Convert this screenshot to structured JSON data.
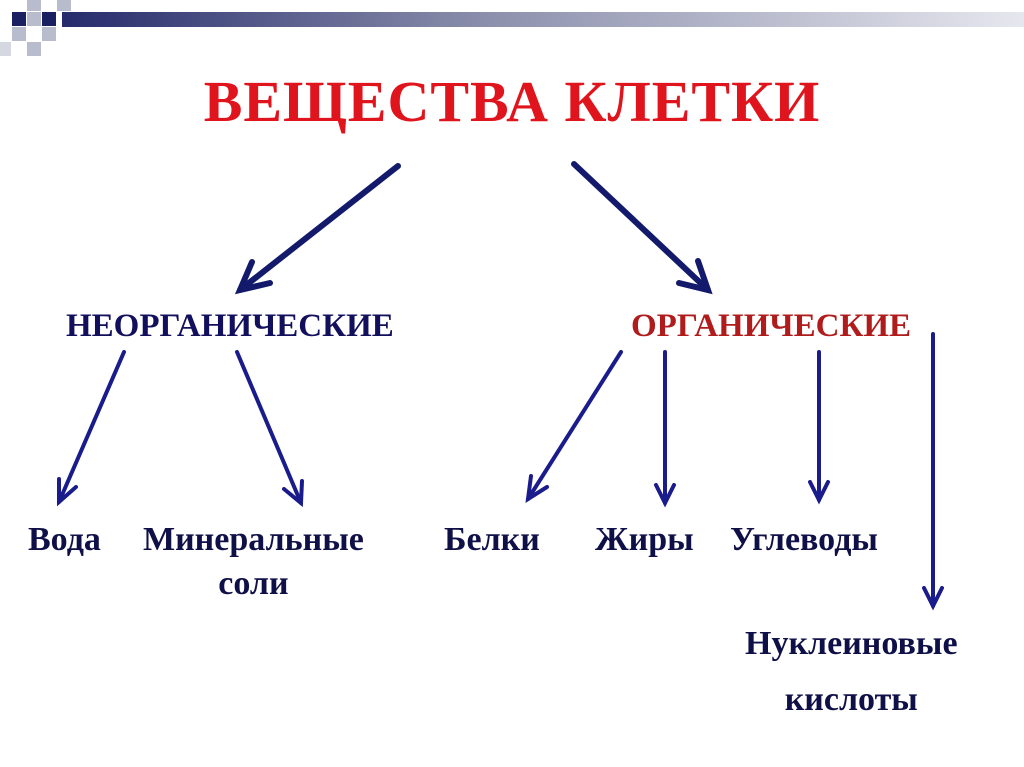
{
  "title": "ВЕЩЕСТВА КЛЕТКИ",
  "categories": {
    "inorganic": "НЕОРГАНИЧЕСКИЕ",
    "organic": "ОРГАНИЧЕСКИЕ"
  },
  "items": {
    "water": "Вода",
    "mineral_salts": [
      "Минеральные",
      "соли"
    ],
    "proteins": "Белки",
    "fats": "Жиры",
    "carbohydrates": "Углеводы",
    "nucleic_acids": [
      "Нуклеиновые",
      "кислоты"
    ]
  },
  "colors": {
    "title": "#e0141c",
    "organic_label": "#b01c1c",
    "inorganic_label": "#12105c",
    "item_text": "#101048",
    "arrow_main": "#131a6b",
    "arrow_item": "#1b1c8c",
    "deco_dark": "#1b2060",
    "deco_light": "#b9bccd"
  }
}
